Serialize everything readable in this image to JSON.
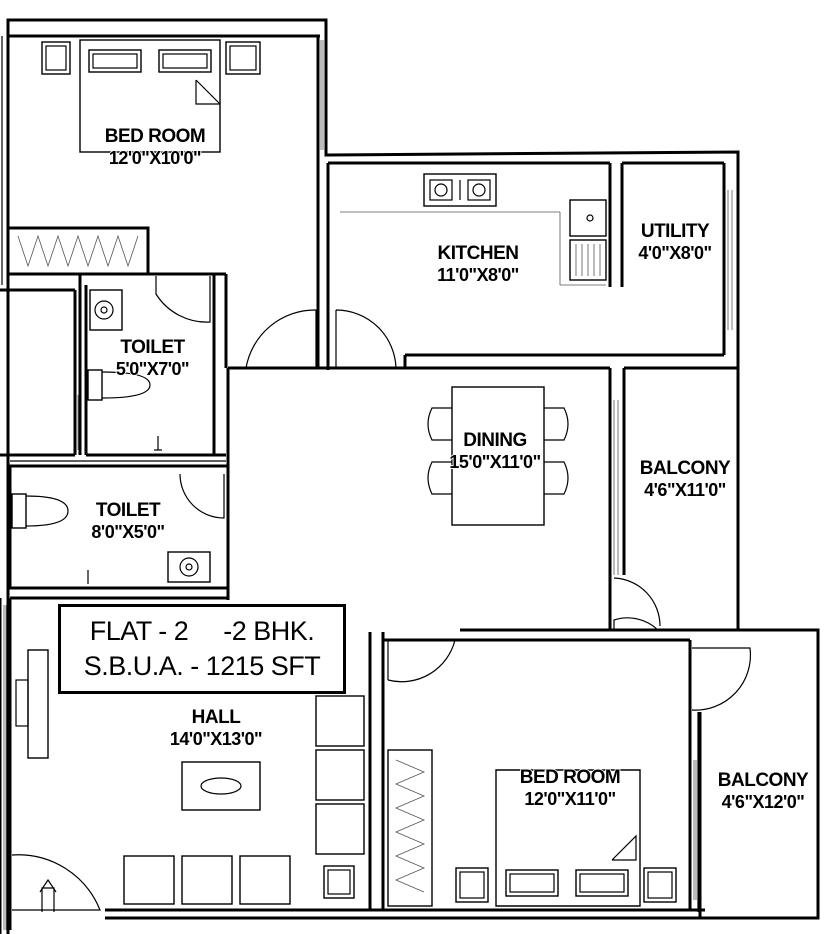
{
  "title_block": {
    "line1": "FLAT - 2     -2 BHK.",
    "line2": "S.B.U.A. - 1215 SFT"
  },
  "rooms": {
    "bed_room_1": {
      "name": "BED ROOM",
      "dim": "12'0\"X10'0\""
    },
    "kitchen": {
      "name": "KITCHEN",
      "dim": "11'0\"X8'0\""
    },
    "utility": {
      "name": "UTILITY",
      "dim": "4'0\"X8'0\""
    },
    "toilet_1": {
      "name": "TOILET",
      "dim": "5'0\"X7'0\""
    },
    "dining": {
      "name": "DINING",
      "dim": "15'0\"X11'0\""
    },
    "balcony_1": {
      "name": "BALCONY",
      "dim": "4'6\"X11'0\""
    },
    "toilet_2": {
      "name": "TOILET",
      "dim": "8'0\"X5'0\""
    },
    "hall": {
      "name": "HALL",
      "dim": "14'0\"X13'0\""
    },
    "bed_room_2": {
      "name": "BED ROOM",
      "dim": "12'0\"X11'0\""
    },
    "balcony_2": {
      "name": "BALCONY",
      "dim": "4'6\"X12'0\""
    }
  }
}
